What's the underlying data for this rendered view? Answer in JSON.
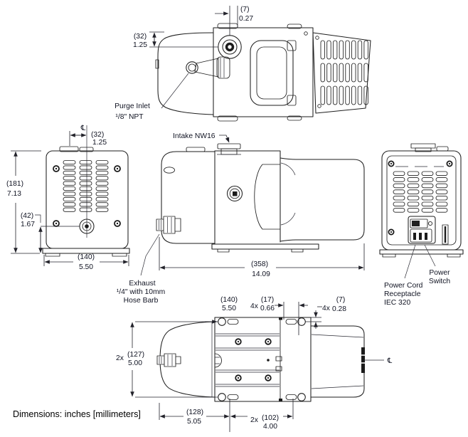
{
  "colors": {
    "line": "#1e1e1e",
    "text": "#101322",
    "background": "#ffffff"
  },
  "footer": {
    "note": "Dimensions: inches [millimeters]"
  },
  "top_view": {
    "dim_edge_offset_mm": "(7)",
    "dim_edge_offset_in": "0.27",
    "dim_intake_mm": "(32)",
    "dim_intake_in": "1.25",
    "purge_label_1": "Purge Inlet",
    "purge_label_2": "¹/8\" NPT"
  },
  "front_view": {
    "centerline": "℄",
    "dim_port_mm": "(32)",
    "dim_port_in": "1.25",
    "dim_height_mm": "(181)",
    "dim_height_in": "7.13",
    "dim_drain_mm": "(42)",
    "dim_drain_in": "1.67",
    "dim_width_mm": "(140)",
    "dim_width_in": "5.50"
  },
  "side_view": {
    "intake_label": "Intake NW16",
    "exhaust_label_1": "Exhaust",
    "exhaust_label_2": "¹/4\" with 10mm",
    "exhaust_label_3": "Hose Barb",
    "dim_length_mm": "(358)",
    "dim_length_in": "14.09"
  },
  "rear_view": {
    "switch_label_1": "Power",
    "switch_label_2": "Switch",
    "receptacle_label_1": "Power Cord",
    "receptacle_label_2": "Receptacle",
    "receptacle_label_3": "IEC 320"
  },
  "bottom_view": {
    "centerline": "℄",
    "dim_width_mm": "(140)",
    "dim_width_in": "5.50",
    "dim_slot_qty": "4x",
    "dim_slot_mm": "(17)",
    "dim_slot_in": "0.66",
    "dim_hole_qty": "4x",
    "dim_hole_mm": "(7)",
    "dim_hole_in": "0.28",
    "dim_depth_qty": "2x",
    "dim_depth_mm": "(127)",
    "dim_depth_in": "5.00",
    "dim_front_mm": "(128)",
    "dim_front_in": "5.05",
    "dim_spacing_qty": "2x",
    "dim_spacing_mm": "(102)",
    "dim_spacing_in": "4.00"
  }
}
